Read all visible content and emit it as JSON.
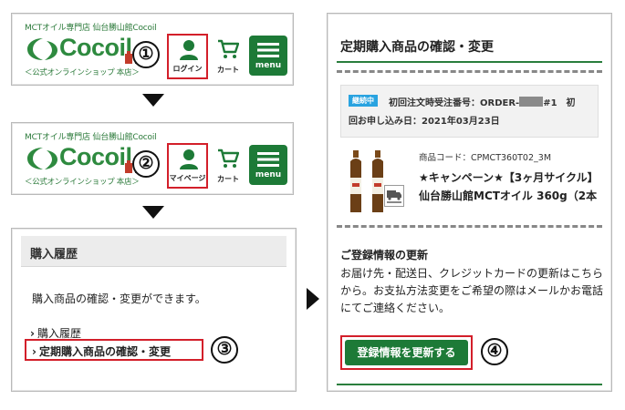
{
  "header": {
    "shop_label": "MCTオイル専門店 仙台勝山館Cocoil",
    "logo_text": "Cocoil",
    "logo_sub": "＜公式オンラインショップ 本店＞",
    "cart_label": "カート",
    "menu_label": "menu",
    "brand_color": "#2e8a3f"
  },
  "step1": {
    "badge": "①",
    "user_label": "ログイン"
  },
  "step2": {
    "badge": "②",
    "user_label": "マイページ"
  },
  "history": {
    "title": "購入履歴",
    "description": "購入商品の確認・変更ができます。",
    "links": [
      {
        "chevron": "›",
        "label": "購入履歴"
      },
      {
        "chevron": "›",
        "label": "定期購入商品の確認・変更"
      }
    ],
    "badge": "③"
  },
  "detail": {
    "title": "定期購入商品の確認・変更",
    "status_badge": "継続中",
    "order_prefix": "初回注文時受注番号：ORDER-",
    "order_suffix": "#1　初",
    "order_line2": "回お申し込み日：2021年03月23日",
    "product_code": "商品コード：CPMCT360T02_3M",
    "product_name": "★キャンペーン★【3ヶ月サイクル】仙台勝山館MCTオイル 360g（2本",
    "registration_title": "ご登録情報の更新",
    "registration_text": "お届け先・配送日、クレジットカードの更新はこちらから。お支払方法変更をご希望の際はメールかお電話にてご連絡ください。",
    "update_button": "登録情報を更新する",
    "badge": "④",
    "accent_color": "#1d7a37",
    "highlight_color": "#d31f2a"
  }
}
